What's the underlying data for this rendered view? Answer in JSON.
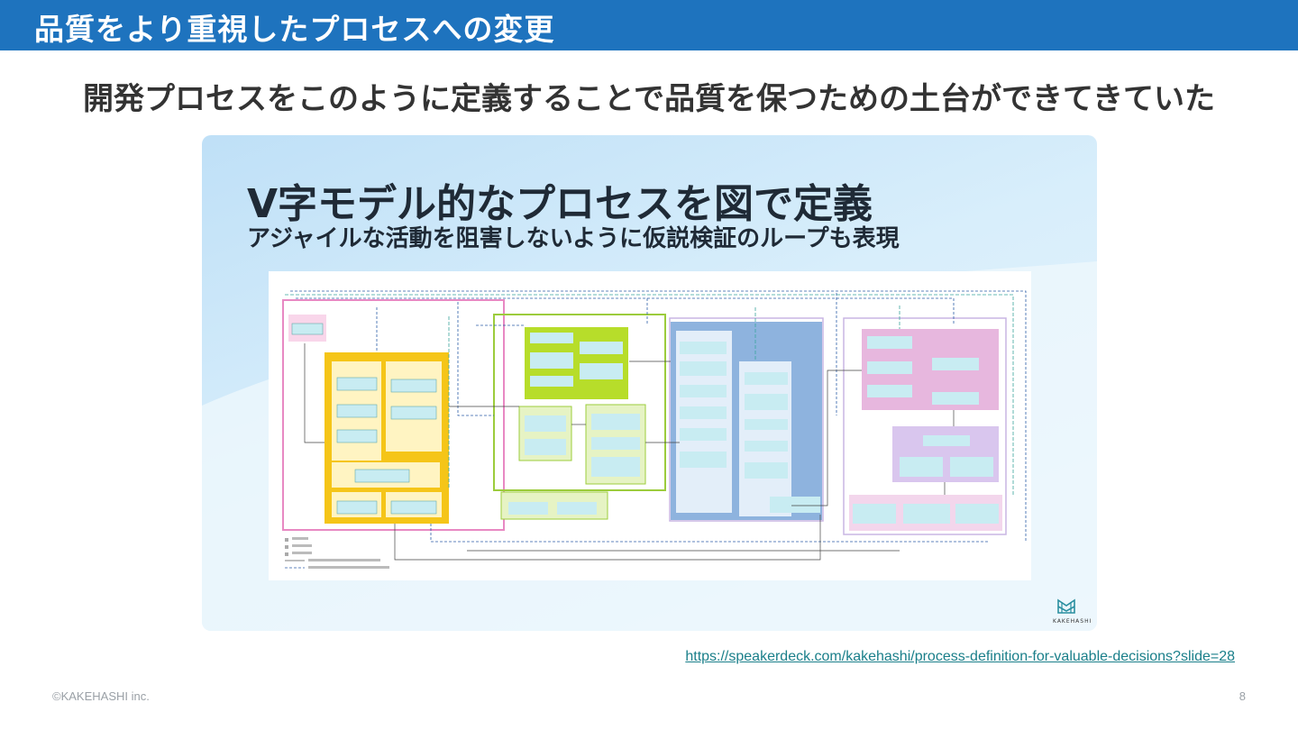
{
  "slide": {
    "title": "品質をより重視したプロセスへの変更",
    "subtitle": "開発プロセスをこのように定義することで品質を保つための土台ができてきていた",
    "embedded_slide": {
      "heading": "V字モデル的なプロセスを図で定義",
      "subheading": "アジャイルな活動を阻害しないように仮説検証のループも表現",
      "diagram_name": "process-diagram",
      "logo_text": "KAKEHASHI"
    },
    "link_text": "https://speakerdeck.com/kakehashi/process-definition-for-valuable-decisions?slide=28",
    "copyright": "©KAKEHASHI inc.",
    "page_number": "8"
  },
  "colors": {
    "title_bar": "#1e73be",
    "link": "#1a7f8a",
    "yellow": "#f5c518",
    "green": "#9ccc3c",
    "blue": "#7aa6d8",
    "pink": "#e889c3",
    "lavender": "#c9b5e3"
  }
}
